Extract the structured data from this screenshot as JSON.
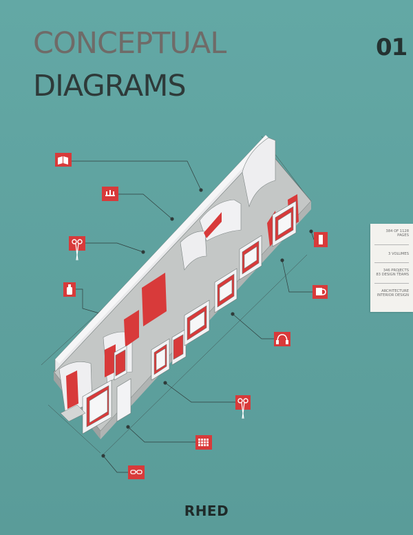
{
  "cover": {
    "title_line1": "CONCEPTUAL",
    "title_line2": "DIAGRAMS",
    "volume_number": "01",
    "publisher": "RHED"
  },
  "info_tab": {
    "pages": "384 OF 1128\nPAGES",
    "volumes": "3 VOLUMES",
    "projects": "346 PROJECTS\n83 DESIGN TEAMS",
    "disciplines": "ARCHITECTURE\nINTERIOR DESIGN"
  },
  "icons": [
    "book-icon",
    "display-shelf-icon",
    "scissors-icon",
    "bottle-icon",
    "lipstick-icon",
    "mug-icon",
    "headphones-icon",
    "scissors-icon",
    "keyboard-icon",
    "glasses-icon"
  ],
  "colors": {
    "background": "#5fa3a0",
    "accent": "#d83a3a",
    "title_gray": "#6f6b68",
    "title_dark": "#2e3a39"
  }
}
